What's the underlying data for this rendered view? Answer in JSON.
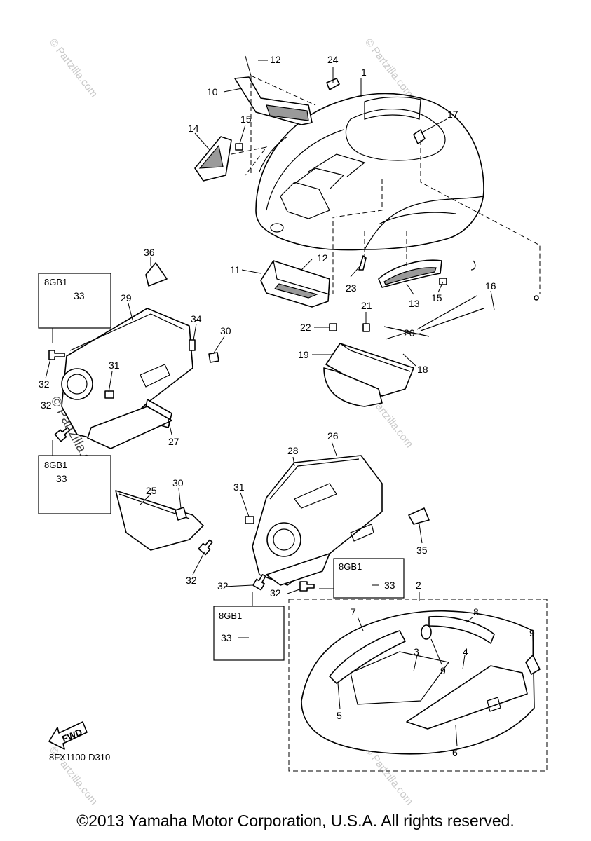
{
  "diagram_code": "8FX1100-D310",
  "fwd_label": "FWD",
  "box_code": "8GB1",
  "watermark": "© Partzilla.com",
  "copyright": "©2013 Yamaha Motor Corporation, U.S.A. All rights reserved.",
  "callouts": {
    "c1": "1",
    "c2": "2",
    "c3": "3",
    "c4": "4",
    "c5": "5",
    "c6": "6",
    "c7": "7",
    "c8": "8",
    "c9a": "9",
    "c9b": "9",
    "c10": "10",
    "c11": "11",
    "c12a": "12",
    "c12b": "12",
    "c13": "13",
    "c14": "14",
    "c15a": "15",
    "c15b": "15",
    "c16": "16",
    "c17": "17",
    "c18": "18",
    "c19": "19",
    "c20": "20",
    "c21": "21",
    "c22": "22",
    "c23": "23",
    "c24": "24",
    "c25": "25",
    "c26": "26",
    "c27": "27",
    "c28": "28",
    "c29": "29",
    "c30a": "30",
    "c30b": "30",
    "c31a": "31",
    "c31b": "31",
    "c32a": "32",
    "c32b": "32",
    "c32c": "32",
    "c32d": "32",
    "c32e": "32",
    "c33a": "33",
    "c33b": "33",
    "c33c": "33",
    "c33d": "33",
    "c34": "34",
    "c35": "35",
    "c36": "36"
  }
}
